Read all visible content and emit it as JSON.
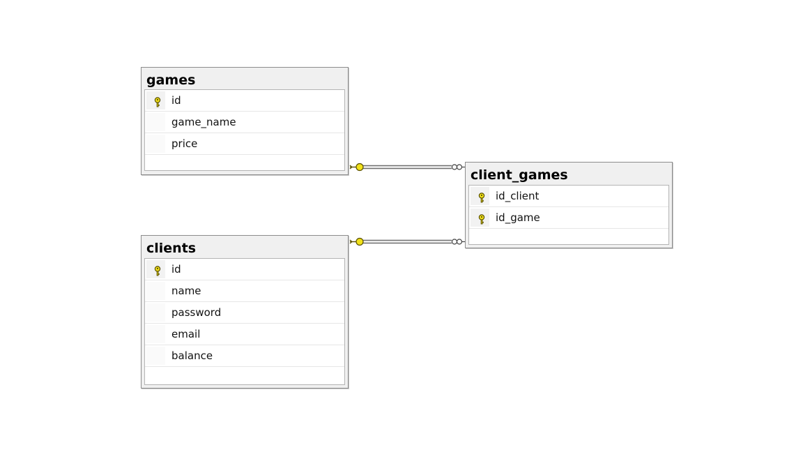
{
  "tables": {
    "games": {
      "title": "games",
      "columns": [
        {
          "name": "id",
          "is_key": true
        },
        {
          "name": "game_name",
          "is_key": false
        },
        {
          "name": "price",
          "is_key": false
        }
      ]
    },
    "clients": {
      "title": "clients",
      "columns": [
        {
          "name": "id",
          "is_key": true
        },
        {
          "name": "name",
          "is_key": false
        },
        {
          "name": "password",
          "is_key": false
        },
        {
          "name": "email",
          "is_key": false
        },
        {
          "name": "balance",
          "is_key": false
        }
      ]
    },
    "client_games": {
      "title": "client_games",
      "columns": [
        {
          "name": "id_client",
          "is_key": true
        },
        {
          "name": "id_game",
          "is_key": true
        }
      ]
    }
  },
  "relationships": [
    {
      "from": "games",
      "to": "client_games",
      "from_end": "key",
      "to_end": "infinity"
    },
    {
      "from": "clients",
      "to": "client_games",
      "from_end": "key",
      "to_end": "infinity"
    }
  ],
  "colors": {
    "key_fill": "#f2e21a",
    "key_stroke": "#5a5000",
    "line": "#6e6e6e"
  },
  "icons": {
    "primary_key": "key-icon",
    "one_end": "key-icon",
    "many_end": "infinity-icon"
  }
}
